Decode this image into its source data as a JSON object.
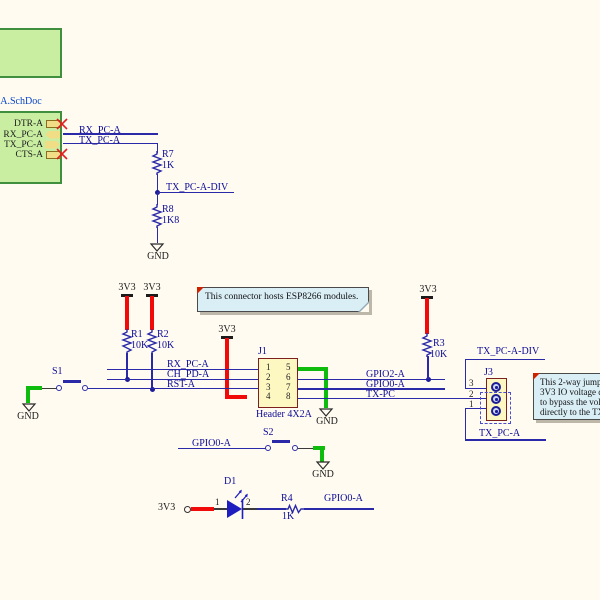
{
  "colors": {
    "background": "#fffbf1",
    "wire_blue": "#2a2aa8",
    "power_red": "#f00a0a",
    "ground_green": "#0ebc0e",
    "label_navy": "#0b0b96",
    "sheet_fill": "#c9eea2",
    "sheet_border": "#3f8f3f",
    "component_fill": "#fdf8c2",
    "component_border": "#7d1f1f",
    "note_fill": "#daeef6",
    "no_erc_red": "#e02020"
  },
  "sheet": {
    "doc_name": "r A.SchDoc",
    "entries": [
      {
        "label": "DTR-A"
      },
      {
        "label": "RX_PC-A"
      },
      {
        "label": "TX_PC-A"
      },
      {
        "label": "CTS-A"
      }
    ]
  },
  "power": {
    "v33": "3V3",
    "gnd": "GND"
  },
  "nets": {
    "rx_pc_a": "RX_PC-A",
    "tx_pc_a": "TX_PC-A",
    "tx_pc_a_div": "TX_PC-A-DIV",
    "ch_pd_a": "CH_PD-A",
    "rst_a": "RST-A",
    "gpio2_a": "GPIO2-A",
    "gpio0_a": "GPIO0-A",
    "tx_pc": "TX-PC"
  },
  "components": {
    "R1": {
      "ref": "R1",
      "value": "10K"
    },
    "R2": {
      "ref": "R2",
      "value": "10K"
    },
    "R3": {
      "ref": "R3",
      "value": "10K"
    },
    "R4": {
      "ref": "R4",
      "value": "1K"
    },
    "R7": {
      "ref": "R7",
      "value": "1K"
    },
    "R8": {
      "ref": "R8",
      "value": "1K8"
    },
    "J1": {
      "ref": "J1",
      "comment": "Header 4X2A",
      "pins_left": [
        "1",
        "2",
        "3",
        "4"
      ],
      "pins_right": [
        "5",
        "6",
        "7",
        "8"
      ]
    },
    "J3": {
      "ref": "J3",
      "pins": [
        "3",
        "2",
        "1"
      ]
    },
    "S1": {
      "ref": "S1"
    },
    "S2": {
      "ref": "S2"
    },
    "D1": {
      "ref": "D1",
      "pin_anode": "1",
      "pin_cathode": "2"
    }
  },
  "notes": {
    "note1": "This connector hosts ESP8266 modules.",
    "note2_lines": [
      "This 2-way jump",
      "3V3 IO voltage c",
      "to bypass the vol",
      "directly to the TX"
    ]
  }
}
